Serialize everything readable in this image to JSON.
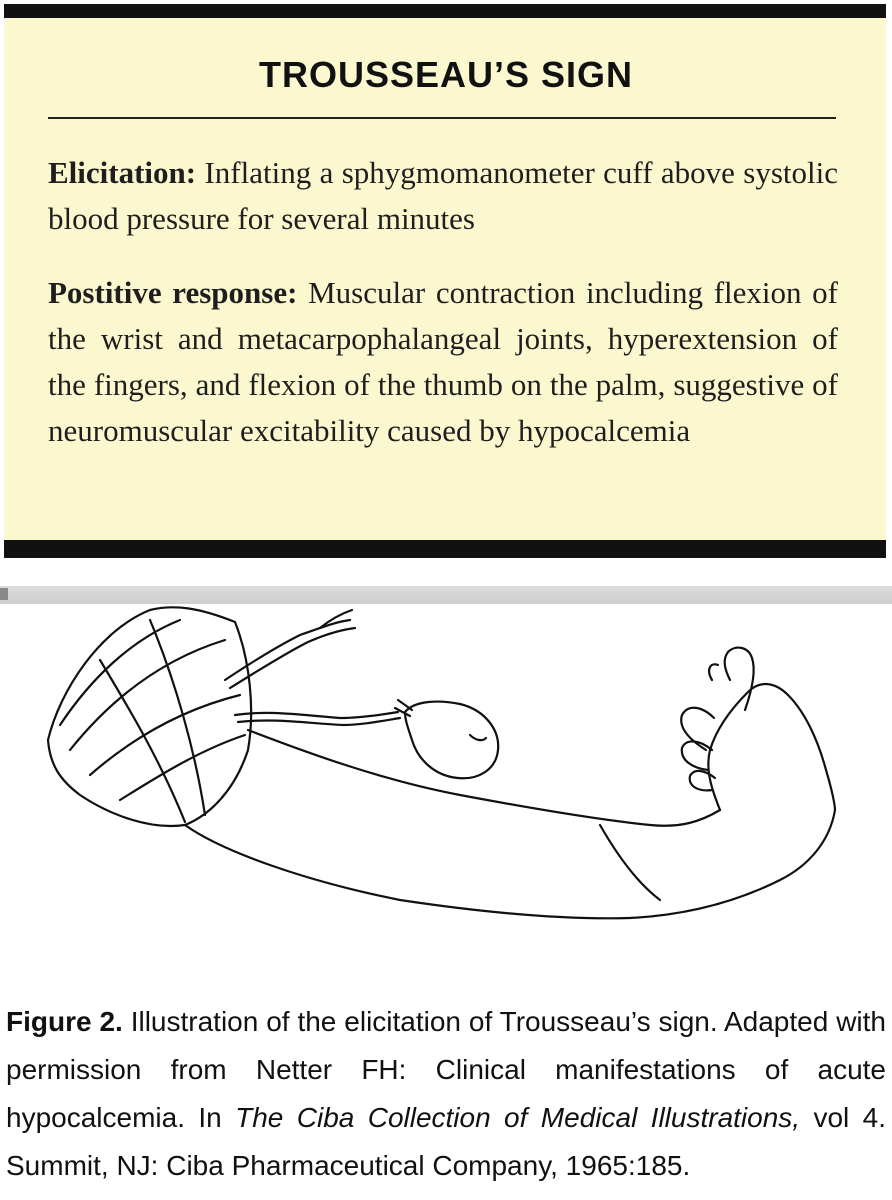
{
  "box": {
    "title": "TROUSSEAU’S SIGN",
    "elicitation_label": "Elicitation:",
    "elicitation_text": " Inflating a sphygmomanometer cuff above systolic blood pressure for several minutes",
    "response_label": "Postitive response:",
    "response_text": " Muscular contraction including flexion of the wrist and metacarpophalangeal joints, hyperextension of the fingers, and flexion of the thumb on the palm, suggestive of neuromuscular excitability caused by hypocalcemia"
  },
  "caption": {
    "figure_label": "Figure 2.",
    "text_1": "  Illustration of the elicitation of Trousseau’s sign. Adapted with permission from Netter FH: Clinical manifestations of acute hypocalcemia. In ",
    "book_title": "The Ciba Collection of Medical Illustrations,",
    "text_2": " vol 4. Summit, NJ: Ciba Pharmaceutical Company, 1965:185."
  },
  "colors": {
    "box_background": "#fbf8cf",
    "bars": "#111111"
  }
}
